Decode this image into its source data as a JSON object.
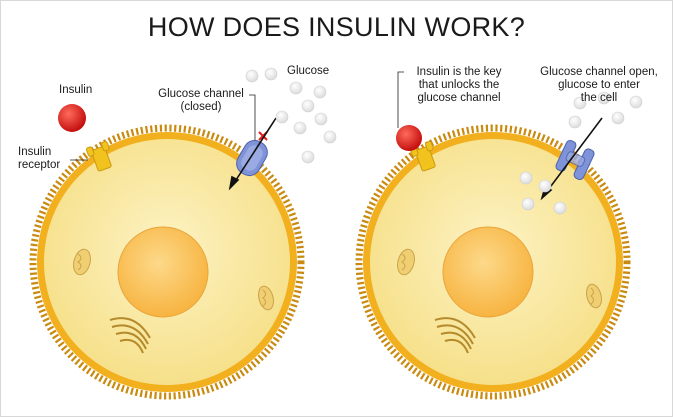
{
  "title": "HOW DOES INSULIN WORK?",
  "left_panel": {
    "insulin_label": "Insulin",
    "receptor_label": [
      "Insulin",
      "receptor"
    ],
    "channel_label": [
      "Glucose channel",
      "(closed)"
    ],
    "glucose_label": "Glucose"
  },
  "right_panel": {
    "key_label": [
      "Insulin is the key",
      "that unlocks the",
      "glucose channel"
    ],
    "open_label": [
      "Glucose channel open,",
      "glucose to enter",
      "the cell"
    ]
  },
  "colors": {
    "membrane": "#f2b01e",
    "membrane_dark": "#c98a10",
    "cytoplasm": "#fae9a2",
    "nucleus": "#fbc55a",
    "insulin": "#e31b1b",
    "channel": "#7f93d8",
    "glucose": "#ffffff",
    "blocked_x": "#e31b1b"
  }
}
